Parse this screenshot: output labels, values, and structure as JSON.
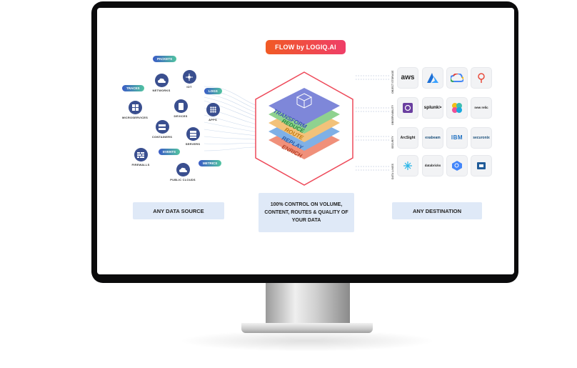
{
  "title": "FLOW by LOGIQ.AI",
  "tags": {
    "packets": "PACKETS",
    "traces": "TRACES",
    "logs": "LOGS",
    "events": "EVENTS",
    "metrics": "METRICS"
  },
  "sources": [
    {
      "label": "NETWORKS",
      "icon": "cloud-network-icon"
    },
    {
      "label": "IOT",
      "icon": "iot-icon"
    },
    {
      "label": "MICROSERVICES",
      "icon": "microservices-icon"
    },
    {
      "label": "DEVICES",
      "icon": "devices-icon"
    },
    {
      "label": "APPS",
      "icon": "apps-grid-icon"
    },
    {
      "label": "CONTAINERS",
      "icon": "containers-icon"
    },
    {
      "label": "SERVERS",
      "icon": "servers-icon"
    },
    {
      "label": "FIREWALLS",
      "icon": "firewall-icon"
    },
    {
      "label": "PUBLIC CLOUDS",
      "icon": "public-cloud-icon"
    }
  ],
  "layers": [
    "TRANSFORM",
    "REDUCE",
    "ROUTE",
    "REPLAY",
    "ENRICH"
  ],
  "panels": {
    "left": "ANY DATA SOURCE",
    "center": "100% CONTROL ON VOLUME, CONTENT, ROUTES & QUALITY OF YOUR DATA",
    "right": "ANY DESTINATION"
  },
  "destination_rows": [
    {
      "label": "OBJECT STORAGE",
      "items": [
        "aws",
        "azure",
        "google-cloud",
        "ceph"
      ]
    },
    {
      "label": "OBSERVABILITY",
      "items": [
        "GRAFANA",
        "splunk",
        "elastic",
        "new relic"
      ]
    },
    {
      "label": "SECURITY",
      "items": [
        "ArcSight",
        "exabeam",
        "IBM QRadar",
        "securonix"
      ]
    },
    {
      "label": "DATA LAKES",
      "items": [
        "snowflake",
        "databricks",
        "bigquery",
        "amazon redshift"
      ]
    }
  ],
  "dest_text": {
    "aws": "aws",
    "splunk": "splunk>",
    "newrelic": "new relic",
    "arcsight": "ArcSight",
    "exabeam": "exabeam",
    "ibm": "IBM",
    "securonix": "securonix",
    "databricks": "databricks"
  },
  "colors": {
    "accent_orange": "#f15a24",
    "accent_pink": "#ef3e68",
    "source_icon": "#3a4f8f",
    "panel_bg": "#dfe9f7",
    "layer_transform": "#7e87d9",
    "layer_reduce": "#8fd28f",
    "layer_route": "#f2c27a",
    "layer_replay": "#7fb0e6",
    "layer_enrich": "#f0907a"
  }
}
